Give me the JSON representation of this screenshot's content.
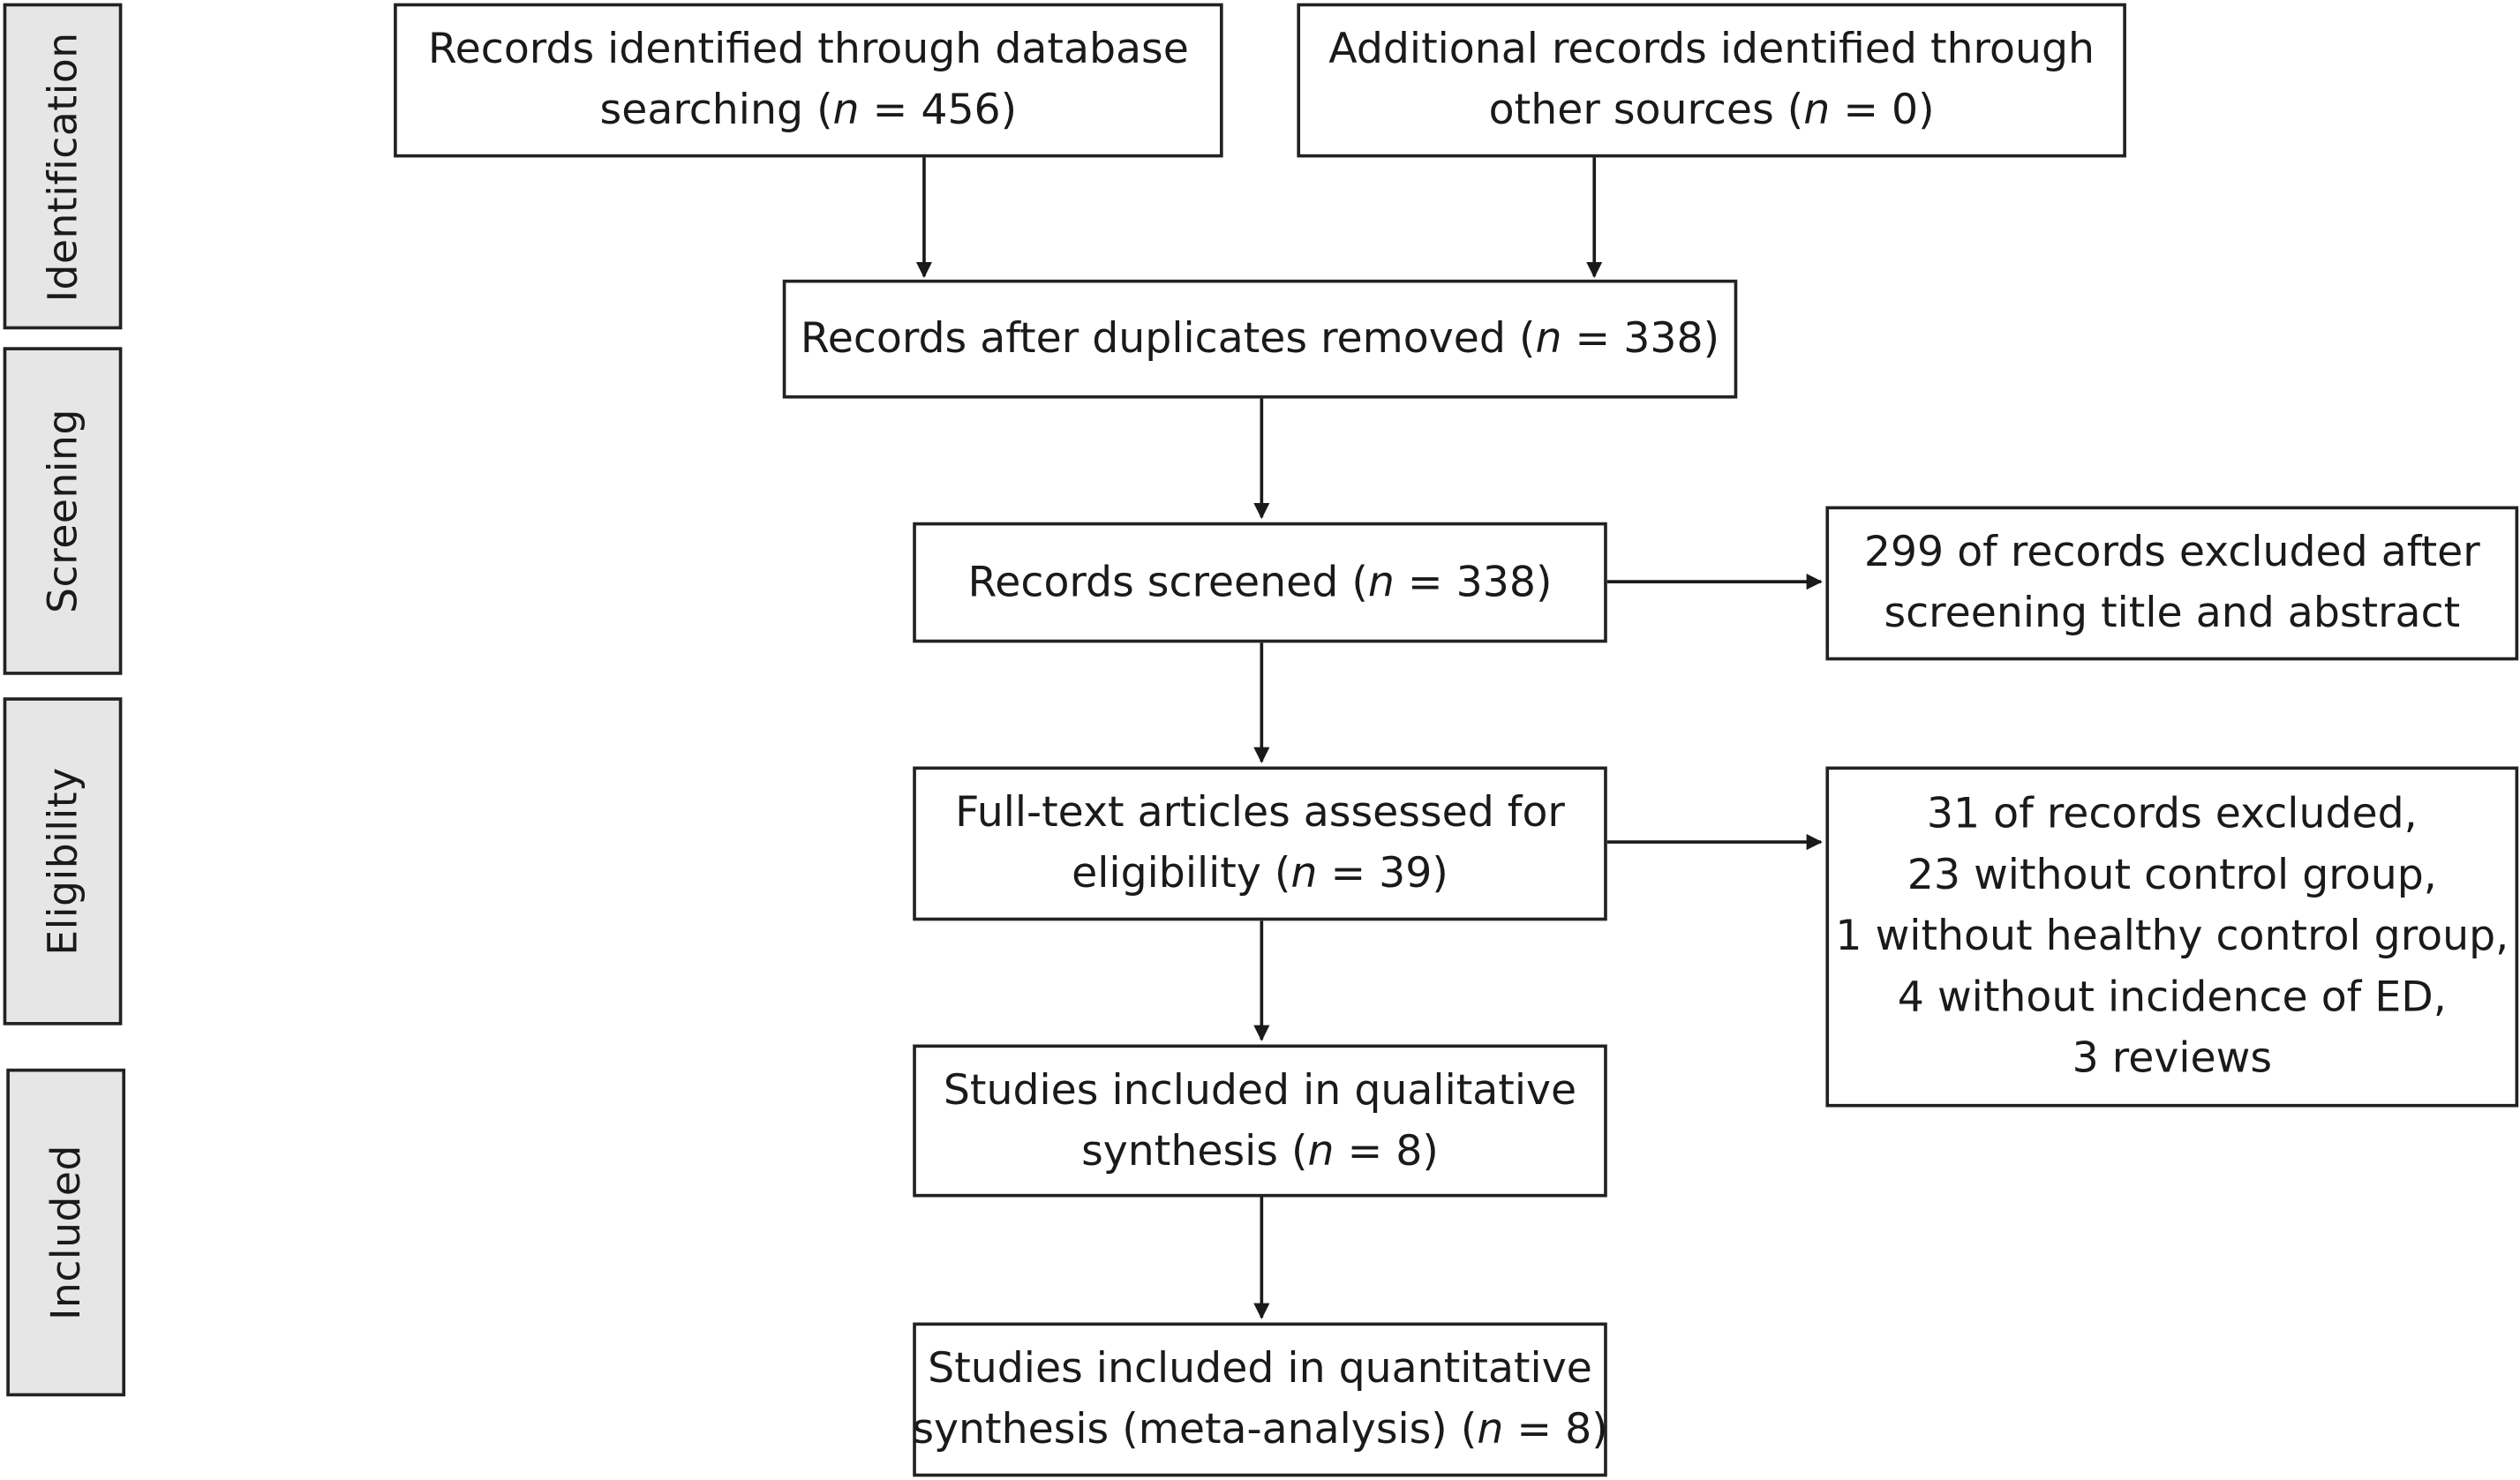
{
  "phases": [
    {
      "label": "Identification"
    },
    {
      "label": "Screening"
    },
    {
      "label": "Eligibility"
    },
    {
      "label": "Included"
    }
  ],
  "boxes": {
    "database": {
      "line1": "Records identified through database",
      "line2_pre": "searching (",
      "n_symbol": "n",
      "line2_post": " = 456)"
    },
    "other_sources": {
      "line1": "Additional records identified through",
      "line2_pre": "other sources (",
      "n_symbol": "n",
      "line2_post": " = 0)"
    },
    "duplicates_removed": {
      "line1_pre": "Records after duplicates removed (",
      "n_symbol": "n",
      "line1_post": " = 338)"
    },
    "screened": {
      "line1_pre": "Records screened (",
      "n_symbol": "n",
      "line1_post": " = 338)"
    },
    "excluded_screening": {
      "line1": "299 of records excluded after",
      "line2": "screening title and abstract"
    },
    "full_text": {
      "line1": "Full-text articles assessed for",
      "line2_pre": "eligibility (",
      "n_symbol": "n",
      "line2_post": " = 39)"
    },
    "excluded_full_text": {
      "lines": [
        "31 of records excluded,",
        "23 without control group,",
        "1 without healthy control group,",
        "4 without incidence of ED,",
        "3 reviews"
      ]
    },
    "qualitative": {
      "line1": "Studies included in qualitative",
      "line2_pre": "synthesis (",
      "n_symbol": "n",
      "line2_post": " = 8)"
    },
    "quantitative": {
      "line1": "Studies included in quantitative",
      "line2_pre": "synthesis (meta-analysis) (",
      "n_symbol": "n",
      "line2_post": " = 8)"
    }
  }
}
